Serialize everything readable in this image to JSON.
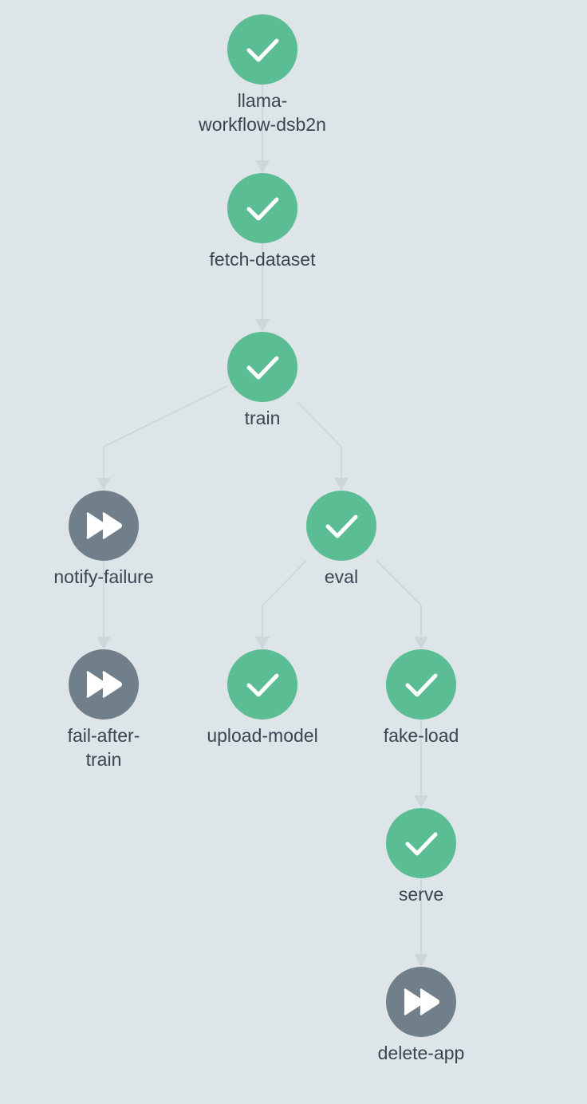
{
  "colors": {
    "background": "#dee5e8",
    "succeeded": "#5bbd94",
    "skipped": "#717f8b",
    "edge": "#cfd6da",
    "label": "#3b4452",
    "icon": "#ffffff"
  },
  "nodes": [
    {
      "id": "llama-workflow-dsb2n",
      "label_lines": [
        "llama-",
        "workflow-dsb2n"
      ],
      "status": "succeeded",
      "icon": "check-icon"
    },
    {
      "id": "fetch-dataset",
      "label_lines": [
        "fetch-dataset"
      ],
      "status": "succeeded",
      "icon": "check-icon"
    },
    {
      "id": "train",
      "label_lines": [
        "train"
      ],
      "status": "succeeded",
      "icon": "check-icon"
    },
    {
      "id": "notify-failure",
      "label_lines": [
        "notify-failure"
      ],
      "status": "skipped",
      "icon": "fast-forward-icon"
    },
    {
      "id": "eval",
      "label_lines": [
        "eval"
      ],
      "status": "succeeded",
      "icon": "check-icon"
    },
    {
      "id": "fail-after-train",
      "label_lines": [
        "fail-after-",
        "train"
      ],
      "status": "skipped",
      "icon": "fast-forward-icon"
    },
    {
      "id": "upload-model",
      "label_lines": [
        "upload-model"
      ],
      "status": "succeeded",
      "icon": "check-icon"
    },
    {
      "id": "fake-load",
      "label_lines": [
        "fake-load"
      ],
      "status": "succeeded",
      "icon": "check-icon"
    },
    {
      "id": "serve",
      "label_lines": [
        "serve"
      ],
      "status": "succeeded",
      "icon": "check-icon"
    },
    {
      "id": "delete-app",
      "label_lines": [
        "delete-app"
      ],
      "status": "skipped",
      "icon": "fast-forward-icon"
    }
  ],
  "edges": [
    {
      "from": "llama-workflow-dsb2n",
      "to": "fetch-dataset"
    },
    {
      "from": "fetch-dataset",
      "to": "train"
    },
    {
      "from": "train",
      "to": "notify-failure"
    },
    {
      "from": "train",
      "to": "eval"
    },
    {
      "from": "notify-failure",
      "to": "fail-after-train"
    },
    {
      "from": "eval",
      "to": "upload-model"
    },
    {
      "from": "eval",
      "to": "fake-load"
    },
    {
      "from": "fake-load",
      "to": "serve"
    },
    {
      "from": "serve",
      "to": "delete-app"
    }
  ]
}
